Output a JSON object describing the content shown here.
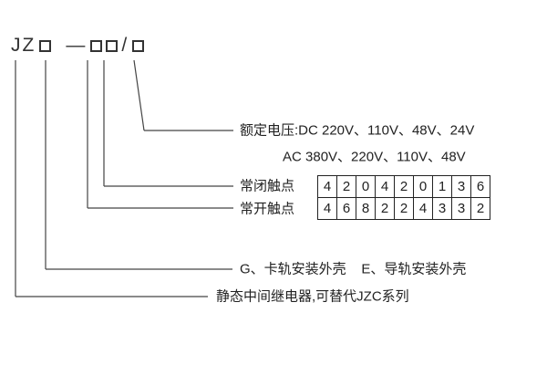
{
  "model": {
    "prefix": "JZ",
    "dash": "—",
    "slash": "/"
  },
  "labels": {
    "rated_voltage_dc": "额定电压:DC 220V、110V、48V、24V",
    "rated_voltage_ac": "AC 380V、220V、110V、48V",
    "nc_contacts": "常闭触点",
    "no_contacts": "常开触点",
    "shell": "G、卡轨安装外壳    E、导轨安装外壳",
    "series": "静态中间继电器,可替代JZC系列"
  },
  "table": {
    "nc_row": [
      "4",
      "2",
      "0",
      "4",
      "2",
      "0",
      "1",
      "3",
      "6"
    ],
    "no_row": [
      "4",
      "6",
      "8",
      "2",
      "2",
      "4",
      "3",
      "3",
      "2"
    ]
  },
  "colors": {
    "line": "#444444",
    "text": "#222222",
    "background": "#ffffff"
  }
}
